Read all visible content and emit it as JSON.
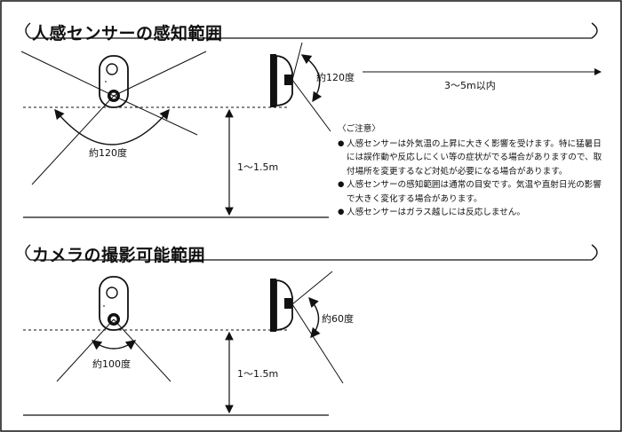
{
  "sections": [
    {
      "title": "人感センサーの感知範囲",
      "front_angle": "約120度",
      "side_angle": "約120度",
      "height": "1～1.5m",
      "distance": "3～5m以内"
    },
    {
      "title": "カメラの撮影可能範囲",
      "front_angle": "約100度",
      "side_angle": "約60度",
      "height": "1～1.5m"
    }
  ],
  "notes": {
    "heading": "〈ご注意〉",
    "items": [
      "人感センサーは外気温の上昇に大きく影響を受けます。特に猛暑日には誤作動や反応しにくい等の症状がでる場合がありますので、取付場所を変更するなど対処が必要になる場合があります。",
      "人感センサーの感知範囲は通常の目安です。気温や直射日光の影響で大きく変化する場合があります。",
      "人感センサーはガラス越しには反応しません。"
    ]
  }
}
